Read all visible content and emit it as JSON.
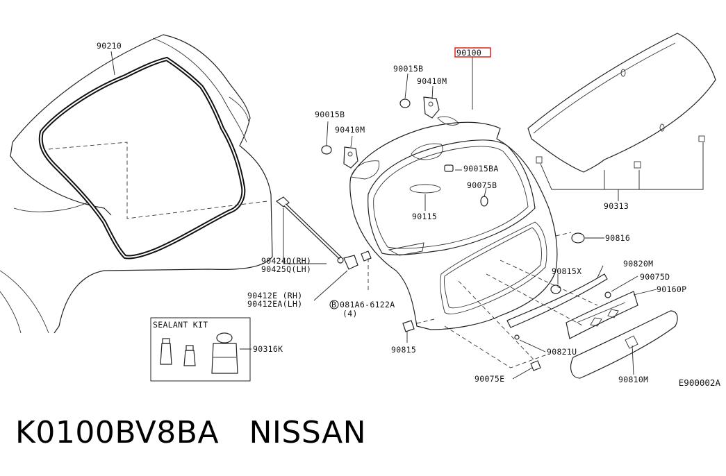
{
  "labels": {
    "p90210": "90210",
    "p90100": "90100",
    "p90015b_a": "90015B",
    "p90410m_a": "90410M",
    "p90015b_b": "90015B",
    "p90410m_b": "90410M",
    "p90015ba": "90015BA",
    "p90075b": "90075B",
    "p90115": "90115",
    "p90313": "90313",
    "p90816": "90816",
    "p90424q": "90424Q(RH)",
    "p90425q": "90425Q(LH)",
    "p90815x": "90815X",
    "p90820m": "90820M",
    "p90075d": "90075D",
    "p90160p": "90160P",
    "p90412e": "90412E (RH)",
    "p90412ea": "90412EA(LH)",
    "bolt": "081A6-6122A",
    "bolt_qty": "(4)",
    "p90815": "90815",
    "p90821u": "90821U",
    "p90316k": "90316K",
    "p90075e": "90075E",
    "p90810m": "90810M",
    "sealant_kit": "SEALANT KIT"
  },
  "bolt_prefix": "B",
  "diagram_code": "E900002A",
  "caption": {
    "part_number": "K0100BV8BA",
    "brand": "NISSAN"
  },
  "highlight_color": "#e0201b"
}
